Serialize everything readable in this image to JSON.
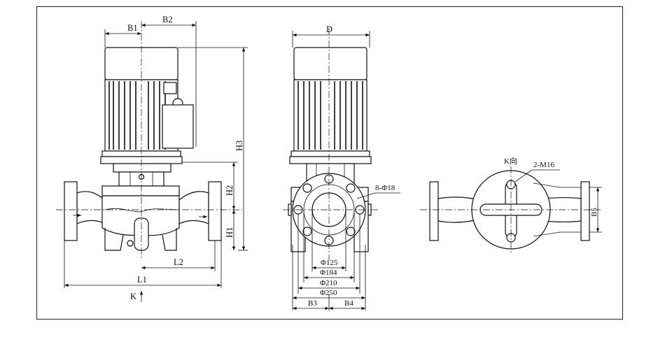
{
  "labels": {
    "b1": "B1",
    "b2": "B2",
    "d": "D",
    "h3": "H3",
    "h2": "H2",
    "h1": "H1",
    "l1": "L1",
    "l2": "L2",
    "k": "K",
    "bolts": "8-Φ18",
    "phi125": "Φ125",
    "phi184": "Φ184",
    "phi210": "Φ210",
    "phi250": "Φ250",
    "b3": "B3",
    "b4": "B4",
    "k_view": "K向",
    "m16": "2-M16",
    "b5": "B5"
  }
}
